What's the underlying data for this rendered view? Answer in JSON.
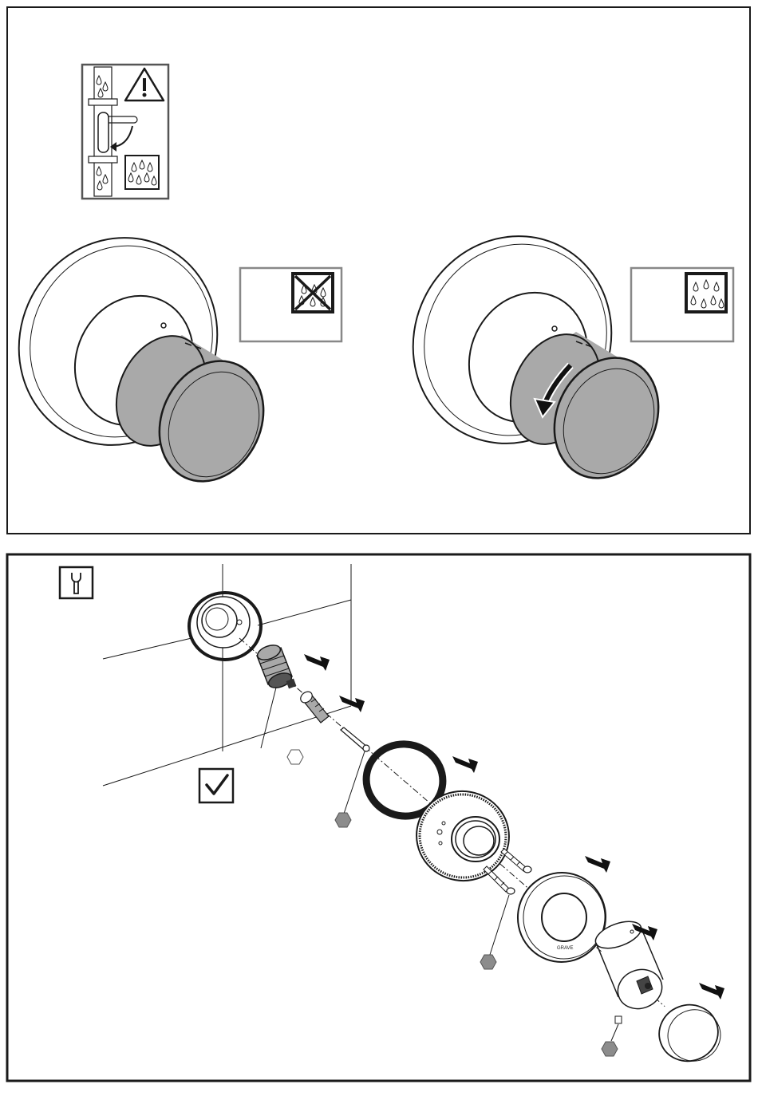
{
  "page": {
    "background": "#ffffff",
    "line_color": "#1a1a1a",
    "gray_fill": "#a9a9a9",
    "hex_fill": "#8c8c8c"
  },
  "panel_shutoff": {
    "warning_badge": {
      "icon": "warning-triangle-icon"
    },
    "water_on_badge": {
      "icon": "water-drops-icon"
    },
    "left_knob": {
      "state_icon": "water-off-icon"
    },
    "right_knob": {
      "state_icon": "water-drops-icon",
      "arrow": "rotate-arrow-icon"
    }
  },
  "panel_disassembly": {
    "tool_badge": {
      "icon": "wrench-icon"
    },
    "check_badge": {
      "icon": "checkmark-icon"
    },
    "parts": [
      {
        "name": "wall-box"
      },
      {
        "name": "seal-ring"
      },
      {
        "name": "valve-cartridge"
      },
      {
        "name": "extension-sleeve"
      },
      {
        "name": "threaded-pin"
      },
      {
        "name": "gasket"
      },
      {
        "name": "mounting-plate"
      },
      {
        "name": "screws"
      },
      {
        "name": "escutcheon"
      },
      {
        "name": "handle-body"
      },
      {
        "name": "handle-cap"
      }
    ],
    "hex_markers": [
      {
        "name": "hex-marker-empty",
        "filled": false
      },
      {
        "name": "hex-marker-1",
        "filled": true
      },
      {
        "name": "hex-marker-2",
        "filled": true
      },
      {
        "name": "hex-marker-3",
        "filled": true
      }
    ],
    "escutcheon_brand_label": "GRAVE"
  }
}
